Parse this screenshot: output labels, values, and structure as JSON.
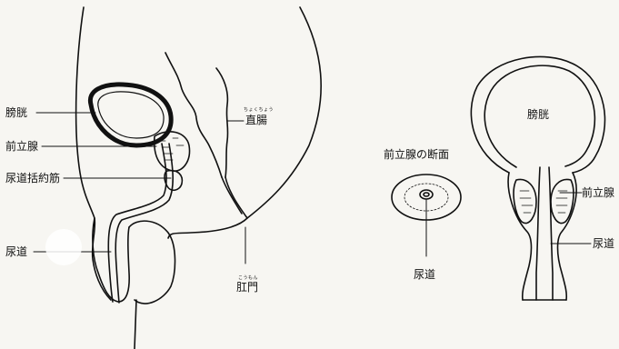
{
  "labels": {
    "bladder": "膀胱",
    "prostate": "前立腺",
    "sphincter": "尿道括約筋",
    "urethra": "尿道",
    "rectum": "直腸",
    "rectum_ruby": "ちょくちょう",
    "anus": "肛門",
    "anus_ruby": "こうもん",
    "cross_section_title": "前立腺の断面",
    "cross_urethra": "尿道",
    "front_bladder": "膀胱",
    "front_prostate": "前立腺",
    "front_urethra": "尿道"
  },
  "colors": {
    "ink": "#111111",
    "background": "#f7f6f2"
  }
}
